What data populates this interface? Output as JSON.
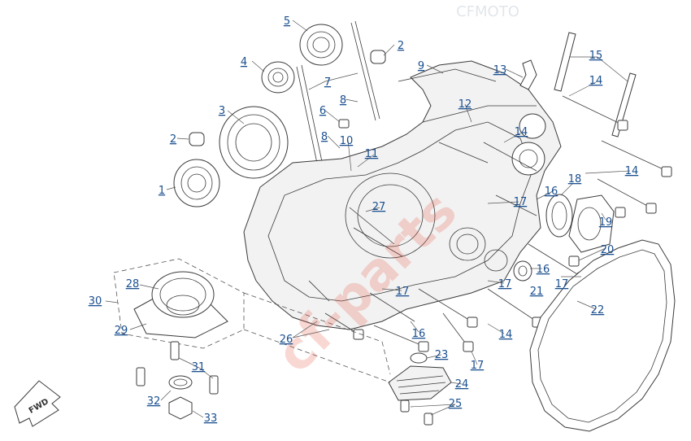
{
  "watermark": "cf-parts",
  "header_watermark": "CFMOTO",
  "direction_marker": {
    "text": "FWD",
    "icon": "forward-arrow-icon"
  },
  "colors": {
    "callout_text": "#1a4f8f",
    "watermark": "#e8503a",
    "line": "#3a3a3a"
  },
  "callouts": [
    {
      "id": "c5",
      "label": "5"
    },
    {
      "id": "c2a",
      "label": "2"
    },
    {
      "id": "c4",
      "label": "4"
    },
    {
      "id": "c9",
      "label": "9"
    },
    {
      "id": "c7",
      "label": "7"
    },
    {
      "id": "c13",
      "label": "13"
    },
    {
      "id": "c15",
      "label": "15"
    },
    {
      "id": "c14a",
      "label": "14"
    },
    {
      "id": "c3",
      "label": "3"
    },
    {
      "id": "c6",
      "label": "6"
    },
    {
      "id": "c8a",
      "label": "8"
    },
    {
      "id": "c12",
      "label": "12"
    },
    {
      "id": "c2b",
      "label": "2"
    },
    {
      "id": "c8b",
      "label": "8"
    },
    {
      "id": "c10",
      "label": "10"
    },
    {
      "id": "c14b",
      "label": "14"
    },
    {
      "id": "c11",
      "label": "11"
    },
    {
      "id": "c14c",
      "label": "14"
    },
    {
      "id": "c1",
      "label": "1"
    },
    {
      "id": "c18",
      "label": "18"
    },
    {
      "id": "c16a",
      "label": "16"
    },
    {
      "id": "c17a",
      "label": "17"
    },
    {
      "id": "c27",
      "label": "27"
    },
    {
      "id": "c19",
      "label": "19"
    },
    {
      "id": "c20",
      "label": "20"
    },
    {
      "id": "c16b",
      "label": "16"
    },
    {
      "id": "c17b",
      "label": "17"
    },
    {
      "id": "c28",
      "label": "28"
    },
    {
      "id": "c17c",
      "label": "17"
    },
    {
      "id": "c17d",
      "label": "17"
    },
    {
      "id": "c21",
      "label": "21"
    },
    {
      "id": "c30",
      "label": "30"
    },
    {
      "id": "c22",
      "label": "22"
    },
    {
      "id": "c29",
      "label": "29"
    },
    {
      "id": "c16c",
      "label": "16"
    },
    {
      "id": "c14d",
      "label": "14"
    },
    {
      "id": "c26",
      "label": "26"
    },
    {
      "id": "c23",
      "label": "23"
    },
    {
      "id": "c17e",
      "label": "17"
    },
    {
      "id": "c31",
      "label": "31"
    },
    {
      "id": "c24",
      "label": "24"
    },
    {
      "id": "c32",
      "label": "32"
    },
    {
      "id": "c25",
      "label": "25"
    },
    {
      "id": "c33",
      "label": "33"
    }
  ]
}
